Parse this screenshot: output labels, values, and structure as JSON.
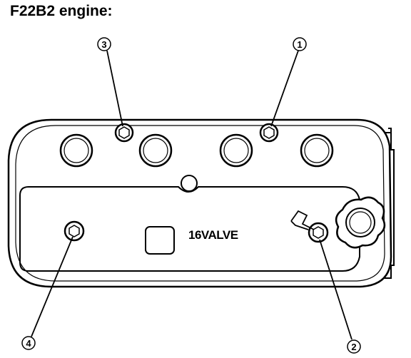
{
  "title": "F22B2 engine:",
  "cover": {
    "badge_text": "16VALVE"
  },
  "callouts": [
    {
      "label": "1"
    },
    {
      "label": "2"
    },
    {
      "label": "3"
    },
    {
      "label": "4"
    }
  ]
}
